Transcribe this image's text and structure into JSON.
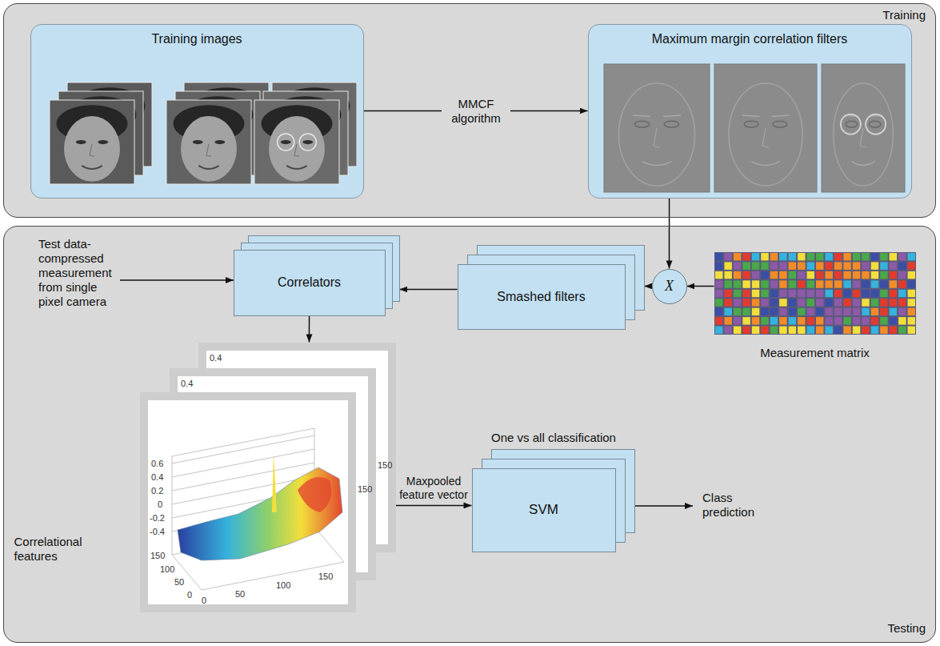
{
  "diagram": {
    "nodes": [
      {
        "text": [
          "Training"
        ]
      },
      {
        "text": [
          "Training images"
        ],
        "in": 0
      },
      {
        "text": [
          "Maximum margin correlation filters"
        ],
        "in": 0
      },
      {
        "text": [
          "Testing"
        ]
      },
      {
        "text": [
          "Correlators"
        ],
        "in": 3
      },
      {
        "text": [
          "Smashed filters"
        ],
        "in": 3
      },
      {
        "text": [
          "X"
        ],
        "in": 3
      },
      {
        "text": [
          "Measurement matrix"
        ],
        "in": 3
      },
      {
        "text": [
          "Correlational features"
        ],
        "in": 3
      },
      {
        "text": [
          "SVM"
        ],
        "in": 3
      }
    ],
    "edges": [
      {
        "from": 1,
        "to": 2,
        "label": "MMCF algorithm",
        "arrow": "to"
      },
      {
        "from": 2,
        "to": 6,
        "arrow": "to"
      },
      {
        "from": 7,
        "to": 6,
        "arrow": "to"
      },
      {
        "from": 6,
        "to": 5,
        "arrow": "to"
      },
      {
        "from": 5,
        "to": 4,
        "arrow": "to"
      },
      {
        "from": 4,
        "to": 8,
        "arrow": "to"
      },
      {
        "from": 8,
        "to": 9,
        "label": "Maxpooled feature vector",
        "arrow": "to"
      }
    ],
    "labels": [
      "Test data-compressed measurement from single pixel camera",
      "One vs all classification",
      "Class prediction",
      "0.4",
      "0.4",
      "0.6",
      "0.4",
      "0.2",
      "0",
      "-0.2",
      "-0.4",
      "150",
      "100",
      "50",
      "0",
      "0",
      "50",
      "100",
      "150",
      "150",
      "150"
    ]
  }
}
